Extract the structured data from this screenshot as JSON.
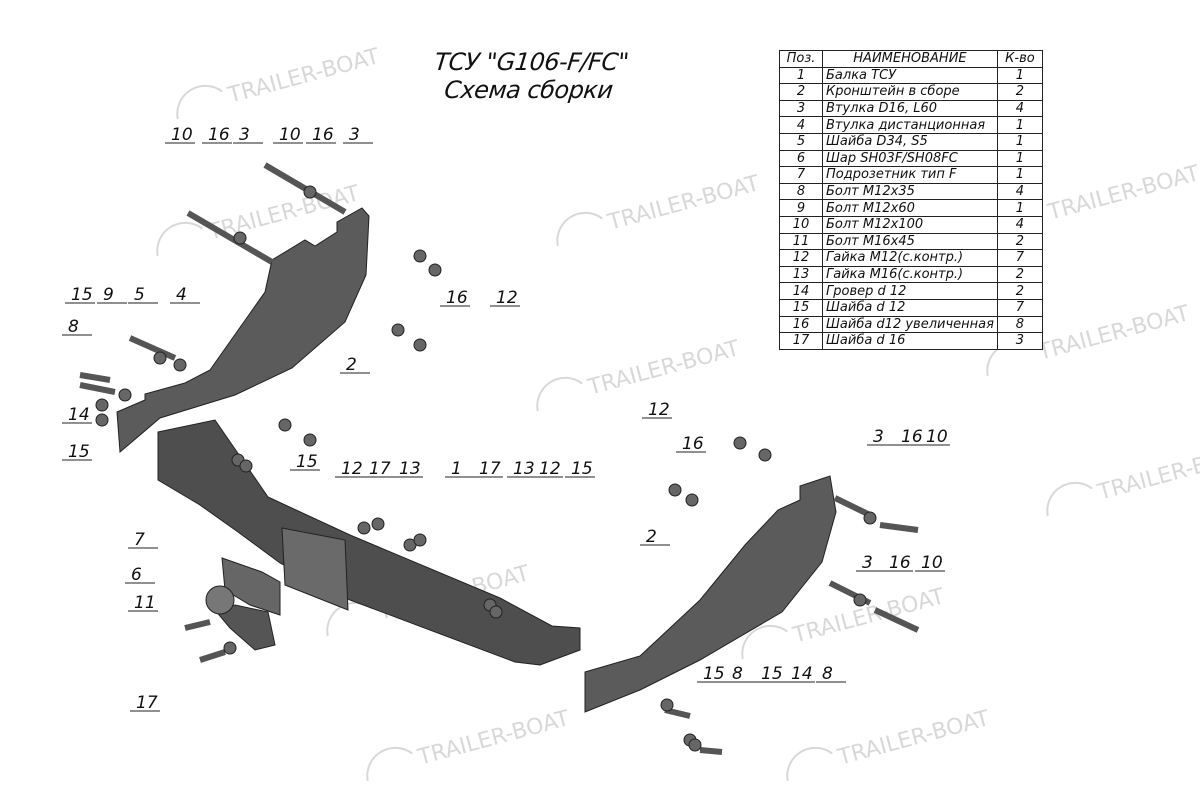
{
  "title": {
    "line1": "ТСУ \"G106-F/FC\"",
    "line2": "Схема сборки"
  },
  "watermark": "TRAILER-BOAT",
  "table": {
    "headers": [
      "Поз.",
      "НАИМЕНОВАНИЕ",
      "К-во"
    ],
    "rows": [
      [
        "1",
        "Балка ТСУ",
        "1"
      ],
      [
        "2",
        "Кронштейн в сборе",
        "2"
      ],
      [
        "3",
        "Втулка D16, L60",
        "4"
      ],
      [
        "4",
        "Втулка дистанционная",
        "1"
      ],
      [
        "5",
        "Шайба D34, S5",
        "1"
      ],
      [
        "6",
        "Шар SH03F/SH08FC",
        "1"
      ],
      [
        "7",
        "Подрозетник тип F",
        "1"
      ],
      [
        "8",
        "Болт М12х35",
        "4"
      ],
      [
        "9",
        "Болт М12х60",
        "1"
      ],
      [
        "10",
        "Болт М12х100",
        "4"
      ],
      [
        "11",
        "Болт М16х45",
        "2"
      ],
      [
        "12",
        "Гайка М12(с.контр.)",
        "7"
      ],
      [
        "13",
        "Гайка  М16(с.контр.)",
        "2"
      ],
      [
        "14",
        "Гровер d 12",
        "2"
      ],
      [
        "15",
        "Шайба d 12",
        "7"
      ],
      [
        "16",
        "Шайба d12 увеличенная",
        "8"
      ],
      [
        "17",
        "Шайба d 16",
        "3"
      ]
    ]
  },
  "callouts": [
    "10",
    "16",
    "3",
    "10",
    "16",
    "3",
    "15",
    "9",
    "5",
    "4",
    "8",
    "14",
    "15",
    "2",
    "16",
    "12",
    "15",
    "12",
    "17",
    "13",
    "1",
    "17",
    "13",
    "12",
    "15",
    "7",
    "6",
    "11",
    "17",
    "12",
    "16",
    "3",
    "16",
    "10",
    "2",
    "3",
    "16",
    "10",
    "15",
    "8",
    "15",
    "14",
    "8"
  ]
}
